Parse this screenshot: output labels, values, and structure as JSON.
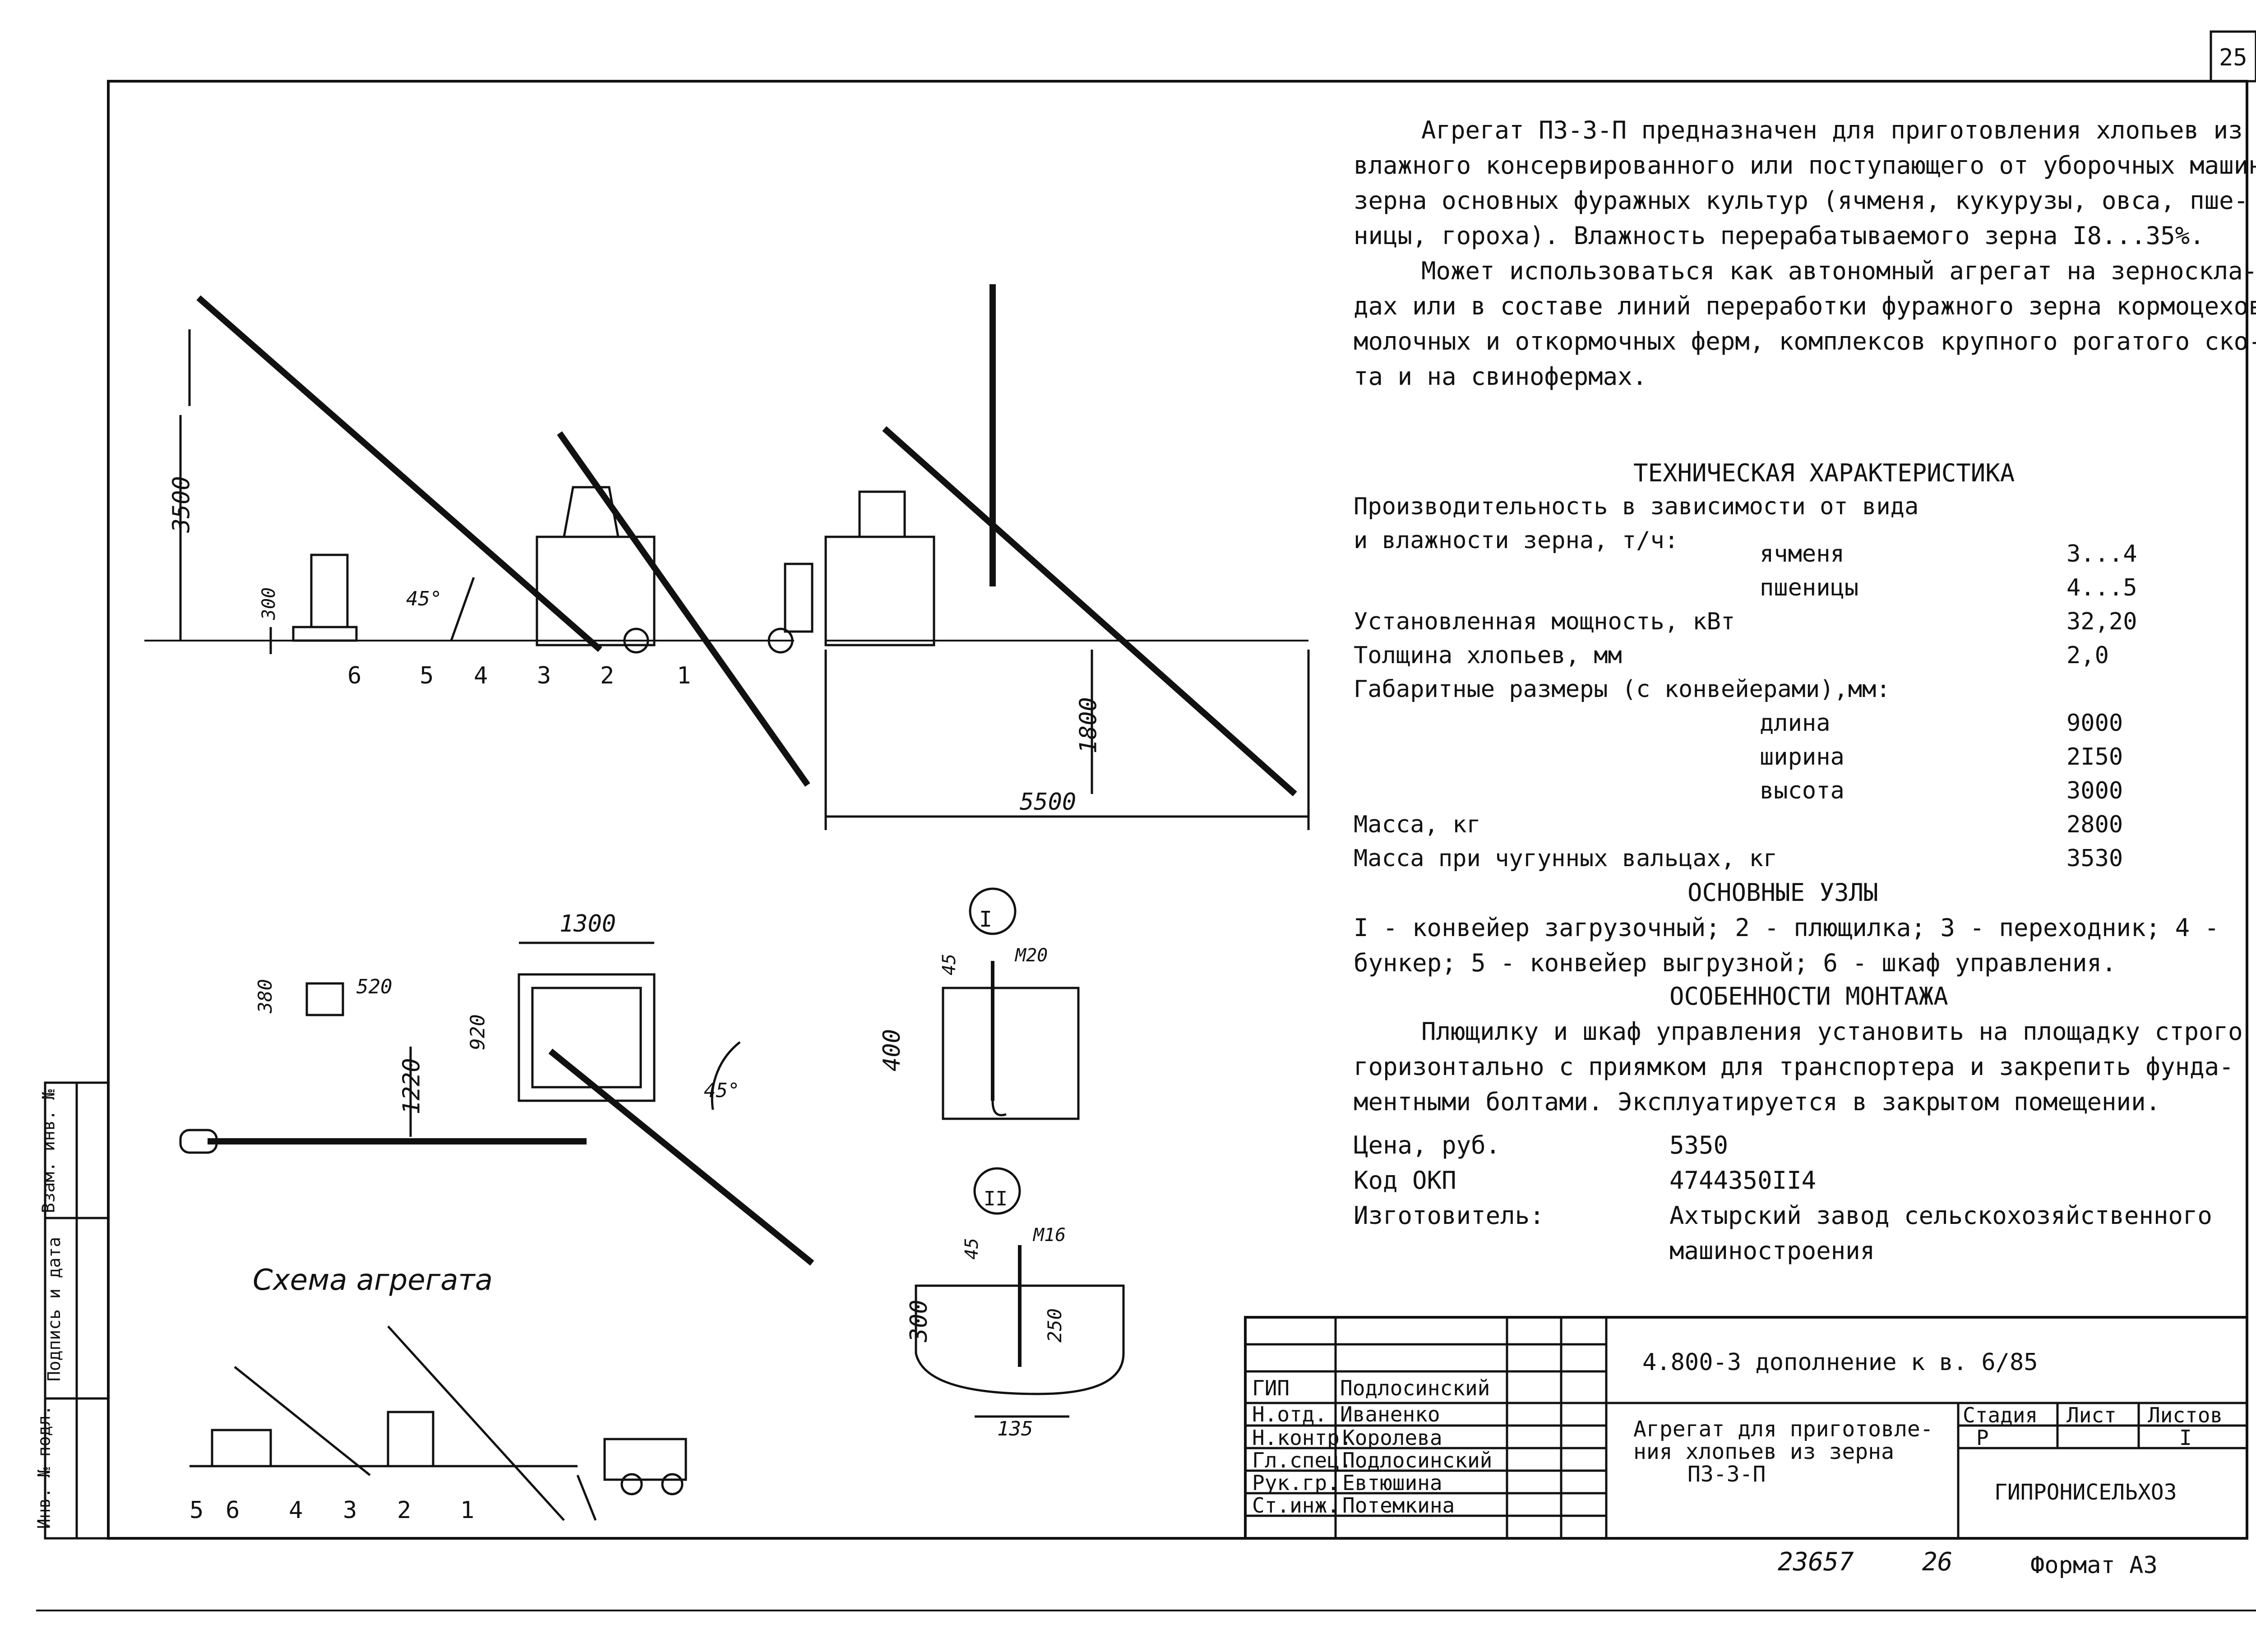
{
  "sheet": {
    "page_number": "25",
    "format_label": "Формат А3",
    "stamp_number_1": "23657",
    "stamp_number_2": "26"
  },
  "description": {
    "lines": [
      "Агрегат ПЗ-3-П предназначен для приготовления хлопьев из",
      "влажного консервированного или поступающего от уборочных машин",
      "зерна основных фуражных культур (ячменя, кукурузы, овса, пше-",
      "ницы, гороха). Влажность перерабатываемого зерна I8...35%.",
      "Может использоваться как автономный агрегат на зерноскла-",
      "дах или в составе линий переработки фуражного зерна кормоцехов",
      "молочных и откормочных ферм, комплексов крупного рогатого ско-",
      "та и на свинофермах."
    ]
  },
  "specs": {
    "title": "ТЕХНИЧЕСКАЯ ХАРАКТЕРИСТИКА",
    "productivity_label_1": "Производительность в зависимости от вида",
    "productivity_label_2": "и влажности зерна, т/ч:",
    "barley_label": "ячменя",
    "barley_value": "3...4",
    "wheat_label": "пшеницы",
    "wheat_value": "4...5",
    "power_label": "Установленная мощность, кВт",
    "power_value": "32,20",
    "thickness_label": "Толщина хлопьев, мм",
    "thickness_value": "2,0",
    "dimensions_label": "Габаритные размеры (с конвейерами),мм:",
    "length_label": "длина",
    "length_value": "9000",
    "width_label": "ширина",
    "width_value": "2I50",
    "height_label": "высота",
    "height_value": "3000",
    "mass_label": "Масса, кг",
    "mass_value": "2800",
    "mass_cast_label": "Масса при чугунных вальцах, кг",
    "mass_cast_value": "3530"
  },
  "units": {
    "title": "ОСНОВНЫЕ УЗЛЫ",
    "line_1": "I - конвейер загрузочный; 2 - плющилка; 3 - переходник; 4 -",
    "line_2": "бункер; 5 - конвейер выгрузной; 6 - шкаф управления."
  },
  "mounting": {
    "title": "ОСОБЕННОСТИ МОНТАЖА",
    "line_1": "Плющилку и шкаф управления установить на площадку строго",
    "line_2": "горизонтально с приямком для транспортера и закрепить фунда-",
    "line_3": "ментными болтами. Эксплуатируется в закрытом помещении."
  },
  "meta": {
    "price_label": "Цена, руб.",
    "price_value": "5350",
    "okp_label": "Код ОКП",
    "okp_value": "4744350II4",
    "maker_label": "Изготовитель:",
    "maker_value_1": "Ахтырский завод сельскохозяйственного",
    "maker_value_2": "машиностроения"
  },
  "drawings": {
    "dim_3500": "3500",
    "dim_300": "300",
    "angle_45": "45°",
    "dim_1800": "1800",
    "dim_5500": "5500",
    "dim_1300": "1300",
    "dim_380": "380",
    "dim_520": "520",
    "dim_920": "920",
    "dim_1220": "1220",
    "dim_45a": "45",
    "dim_m20": "М20",
    "dim_400": "400",
    "dim_45b": "45",
    "dim_m16": "М16",
    "dim_300b": "300",
    "dim_250": "250",
    "dim_135": "135",
    "view_I": "I",
    "view_II": "II",
    "scheme_title": "Схема агрегата",
    "pos": [
      "1",
      "2",
      "3",
      "4",
      "5",
      "6"
    ]
  },
  "side_stamp": {
    "cells": [
      "Инв. № подл.",
      "Подпись и дата",
      "Взам. инв. №"
    ]
  },
  "title_block": {
    "designation": "4.800-3  дополнение к в. 6/85",
    "name_1": "Агрегат для приготовле-",
    "name_2": "ния хлопьев из зерна",
    "name_3": "ПЗ-3-П",
    "stage_label": "Стадия",
    "sheet_label": "Лист",
    "sheets_label": "Листов",
    "stage_value": "Р",
    "sheets_value": "I",
    "organization": "ГИПРОНИСЕЛЬХОЗ",
    "roles": [
      {
        "role": "ГИП",
        "name": "Подлосинский"
      },
      {
        "role": "Н.отд.",
        "name": "Иваненко"
      },
      {
        "role": "Н.контр.",
        "name": "Королева"
      },
      {
        "role": "Гл.спец.",
        "name": "Подлосинский"
      },
      {
        "role": "Рук.гр.",
        "name": "Евтюшина"
      },
      {
        "role": "Ст.инж.",
        "name": "Потемкина"
      }
    ]
  }
}
